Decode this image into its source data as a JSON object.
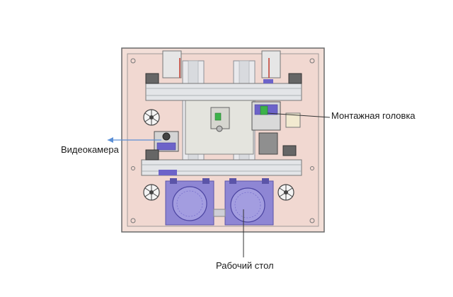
{
  "labels": {
    "mounting_head": "Монтажная головка",
    "camera": "Видеокамера",
    "work_table": "Рабочий стол"
  },
  "colors": {
    "frame": "#f3dfd8",
    "frame_border": "#6a6a6a",
    "rail": "#d8dade",
    "rail_dark": "#8a8f96",
    "carriage": "#e2e2dc",
    "table": "#8e86d4",
    "table_dark": "#5b54a8",
    "accent_violet": "#6c63c9",
    "accent_green": "#3cb24a",
    "accent_red": "#c0392b",
    "arrow_blue": "#5b8fd6",
    "callout_line": "#333333"
  }
}
